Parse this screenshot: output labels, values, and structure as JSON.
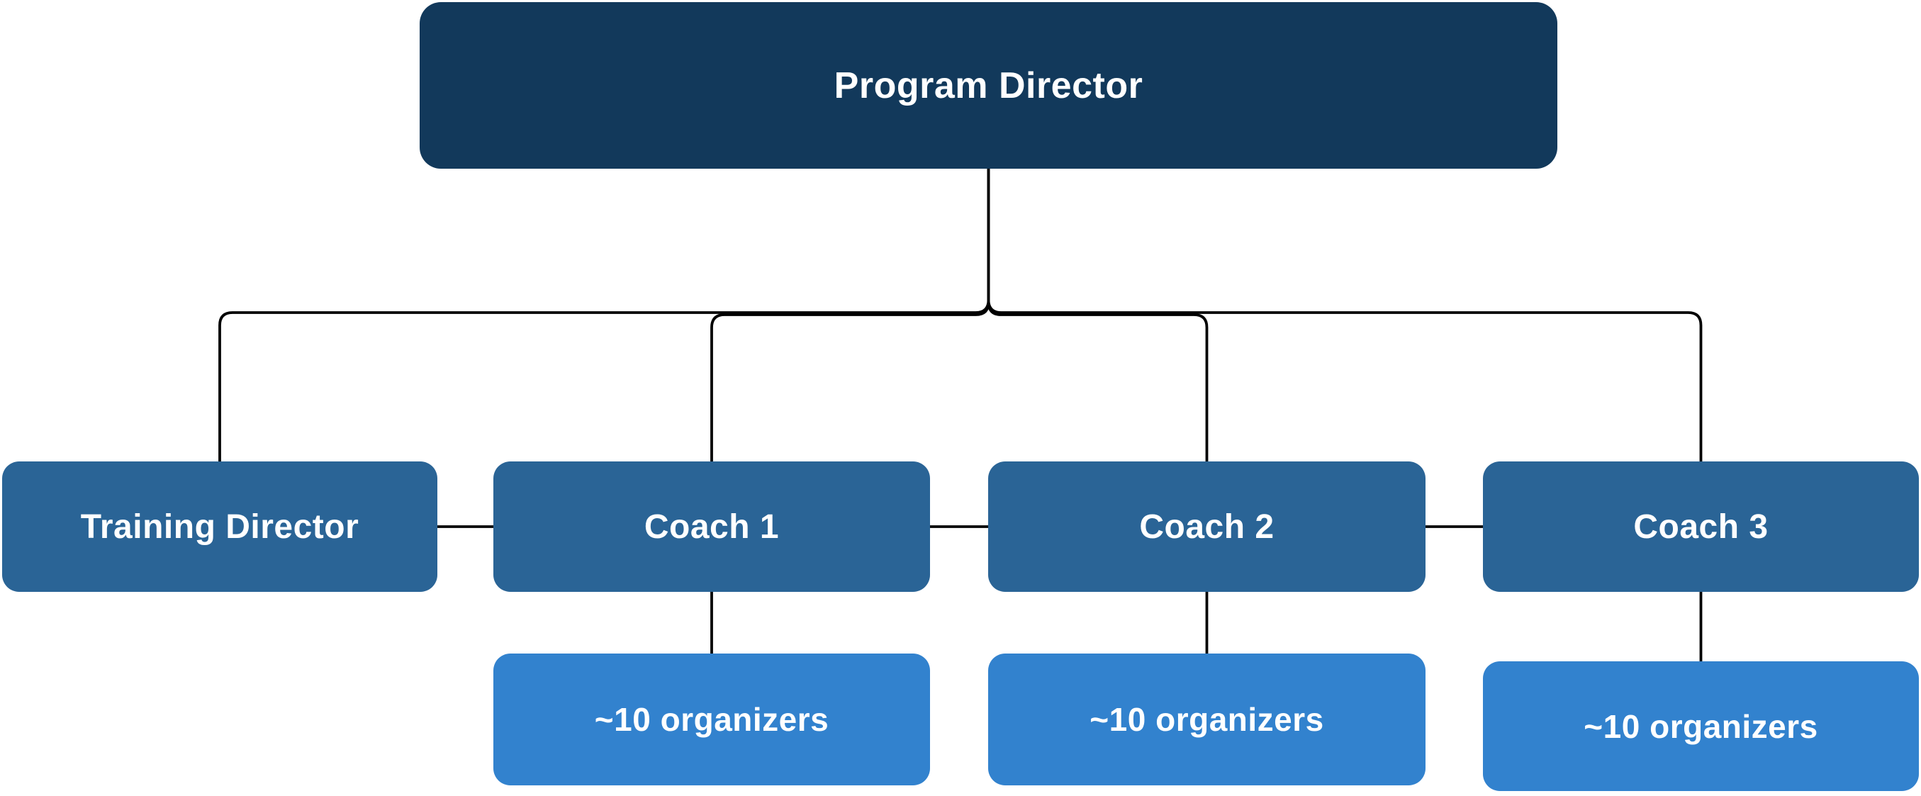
{
  "diagram": {
    "type": "org-chart",
    "background_color": "#ffffff",
    "connector_color": "#000000",
    "text_color": "#ffffff",
    "level_colors": {
      "level1": "#12395B",
      "level2": "#2A6496",
      "level3": "#3282CE"
    },
    "nodes": {
      "program_director": {
        "label": "Program Director",
        "level": 1,
        "color": "#12395B"
      },
      "training_director": {
        "label": "Training Director",
        "level": 2,
        "color": "#2A6496"
      },
      "coach_1": {
        "label": "Coach 1",
        "level": 2,
        "color": "#2A6496"
      },
      "coach_2": {
        "label": "Coach 2",
        "level": 2,
        "color": "#2A6496"
      },
      "coach_3": {
        "label": "Coach 3",
        "level": 2,
        "color": "#2A6496"
      },
      "organizers_1": {
        "label": "~10 organizers",
        "level": 3,
        "color": "#3282CE"
      },
      "organizers_2": {
        "label": "~10 organizers",
        "level": 3,
        "color": "#3282CE"
      },
      "organizers_3": {
        "label": "~10 organizers",
        "level": 3,
        "color": "#3282CE"
      }
    },
    "edges": [
      {
        "from": "program_director",
        "to": "training_director",
        "type": "parent-child"
      },
      {
        "from": "program_director",
        "to": "coach_1",
        "type": "parent-child"
      },
      {
        "from": "program_director",
        "to": "coach_2",
        "type": "parent-child"
      },
      {
        "from": "program_director",
        "to": "coach_3",
        "type": "parent-child"
      },
      {
        "from": "training_director",
        "to": "coach_1",
        "type": "sibling"
      },
      {
        "from": "coach_1",
        "to": "coach_2",
        "type": "sibling"
      },
      {
        "from": "coach_2",
        "to": "coach_3",
        "type": "sibling"
      },
      {
        "from": "coach_1",
        "to": "organizers_1",
        "type": "parent-child"
      },
      {
        "from": "coach_2",
        "to": "organizers_2",
        "type": "parent-child"
      },
      {
        "from": "coach_3",
        "to": "organizers_3",
        "type": "parent-child"
      }
    ]
  }
}
